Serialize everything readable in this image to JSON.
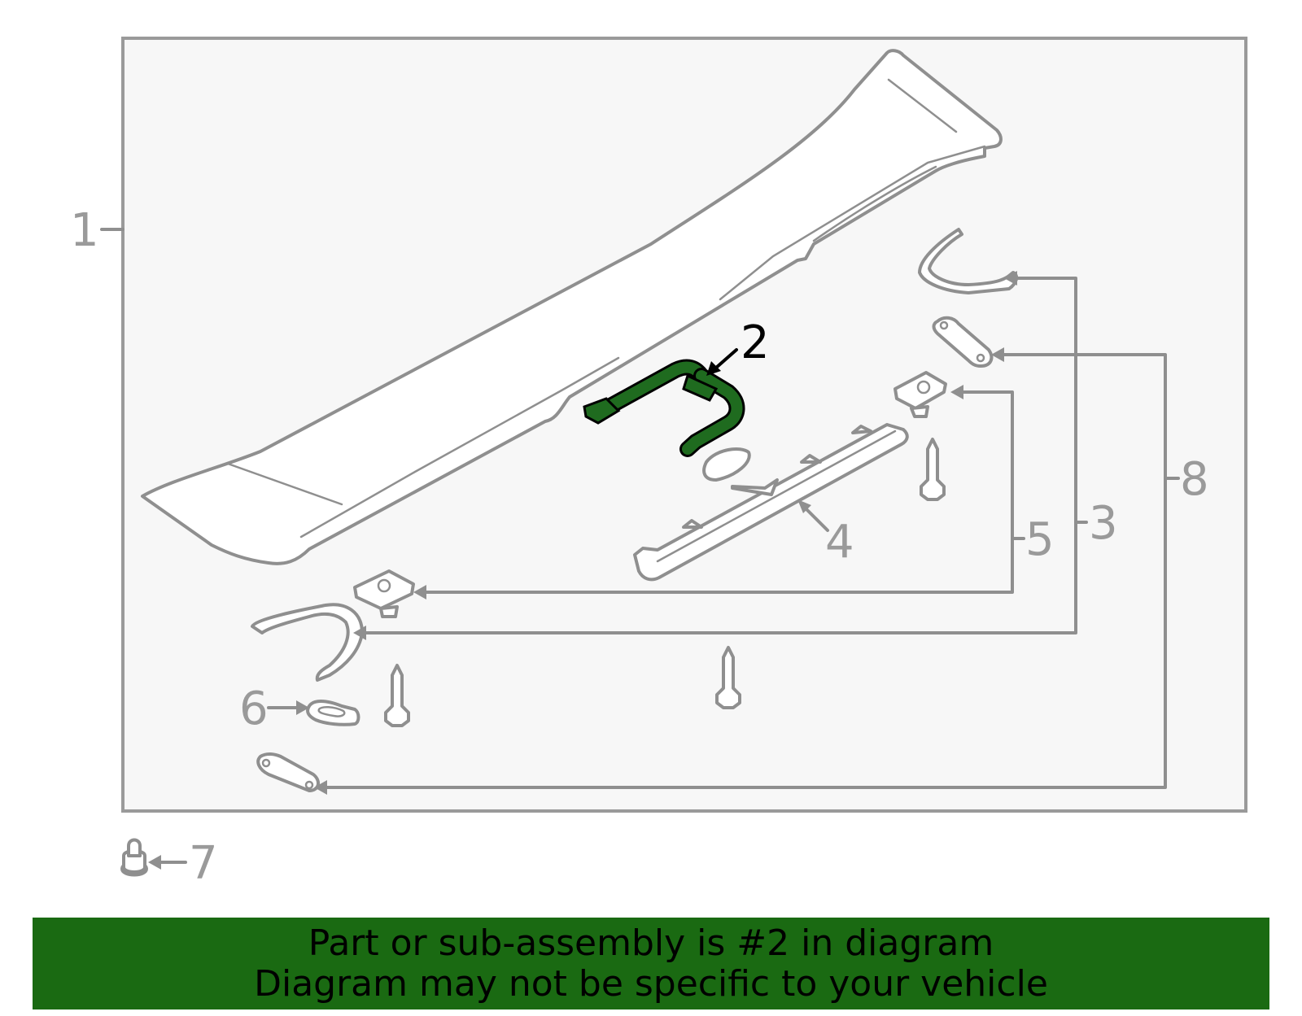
{
  "diagram": {
    "callouts": [
      {
        "id": "1",
        "label": "1"
      },
      {
        "id": "2",
        "label": "2",
        "highlighted": true
      },
      {
        "id": "3",
        "label": "3"
      },
      {
        "id": "4",
        "label": "4"
      },
      {
        "id": "5",
        "label": "5"
      },
      {
        "id": "6",
        "label": "6"
      },
      {
        "id": "7",
        "label": "7"
      },
      {
        "id": "8",
        "label": "8"
      }
    ],
    "colors": {
      "panel_background": "#f7f7f7",
      "outline": "#8f8f8f",
      "highlight_part": "#1f6b1f",
      "banner_background": "#1a6a12"
    }
  },
  "banner": {
    "line1": "Part or sub-assembly is #2 in diagram",
    "line2": "Diagram may not be specific to your vehicle"
  }
}
